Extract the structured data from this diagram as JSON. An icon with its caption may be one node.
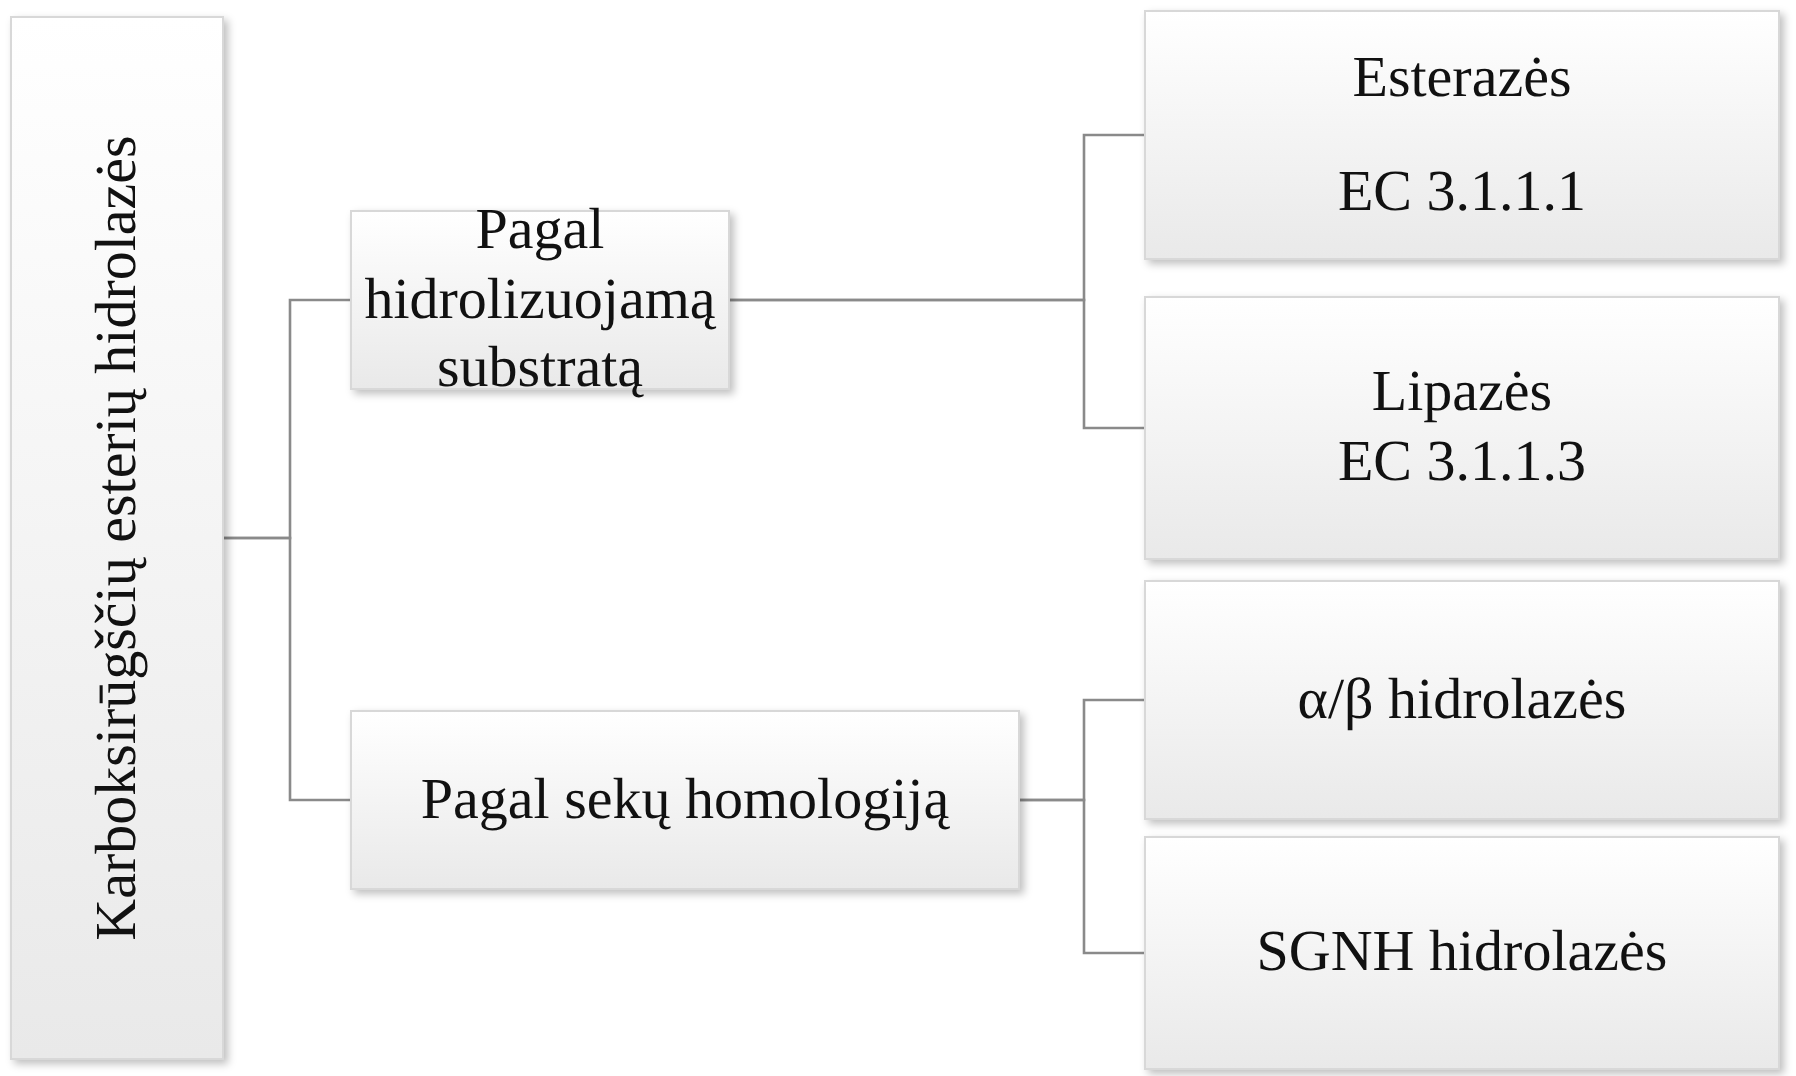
{
  "diagram": {
    "nodes": [
      {
        "text": [
          "Karboksirūgščių esterių hidrolazės"
        ]
      },
      {
        "text": [
          "Pagal hidrolizuojamą substratą"
        ]
      },
      {
        "text": [
          "Pagal sekų homologiją"
        ]
      },
      {
        "text": [
          "Esterazės",
          "EC 3.1.1.1"
        ]
      },
      {
        "text": [
          "Lipazės",
          "EC 3.1.1.3"
        ]
      },
      {
        "text": [
          "α/β hidrolazės"
        ]
      },
      {
        "text": [
          "SGNH hidrolazės"
        ]
      }
    ],
    "edges": [
      {
        "from": 0,
        "to": 1,
        "arrow": "none"
      },
      {
        "from": 0,
        "to": 2,
        "arrow": "none"
      },
      {
        "from": 1,
        "to": 3,
        "arrow": "none"
      },
      {
        "from": 1,
        "to": 4,
        "arrow": "none"
      },
      {
        "from": 2,
        "to": 5,
        "arrow": "none"
      },
      {
        "from": 2,
        "to": 6,
        "arrow": "none"
      }
    ]
  }
}
